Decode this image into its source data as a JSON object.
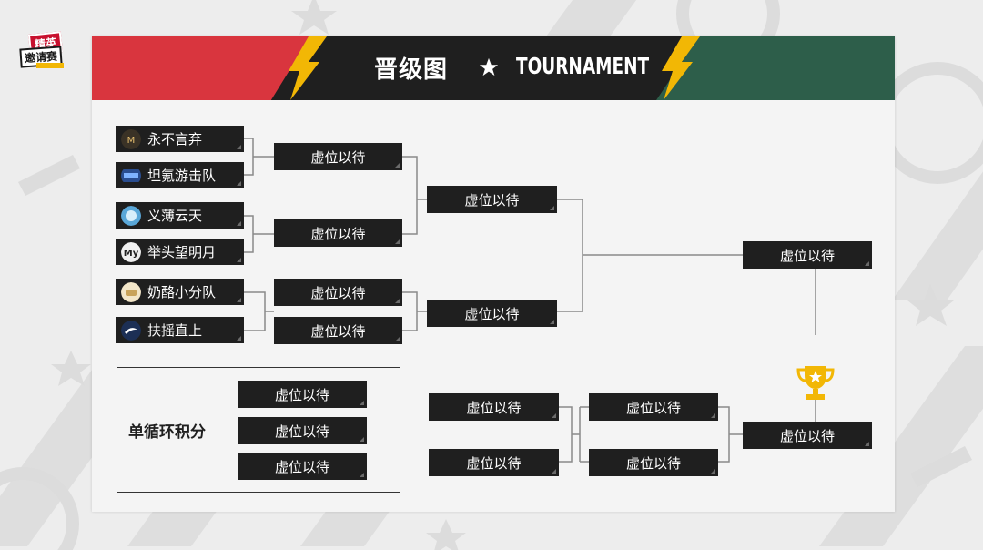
{
  "brand": {
    "logo_line1": "精英",
    "logo_line2": "邀请赛"
  },
  "header": {
    "title_cn": "晋级图",
    "title_en": "TOURNAMENT",
    "colors": {
      "red": "#d9353e",
      "green": "#2d5e4a",
      "bolt": "#f2b705",
      "dark": "#1f1f1f"
    }
  },
  "teams": [
    {
      "name": "永不言弃",
      "logo_icon": "yongbuyanqi-logo-icon"
    },
    {
      "name": "坦氪游击队",
      "logo_icon": "tankeyoujidui-logo-icon"
    },
    {
      "name": "义薄云天",
      "logo_icon": "yiboyuntian-logo-icon"
    },
    {
      "name": "举头望明月",
      "logo_icon": "jutouwangmingyue-logo-icon"
    },
    {
      "name": "奶酪小分队",
      "logo_icon": "nailaoxiaofendui-logo-icon"
    },
    {
      "name": "扶摇直上",
      "logo_icon": "fuyaozhishang-logo-icon"
    }
  ],
  "placeholder": "虚位以待",
  "round_robin": {
    "label": "单循环积分"
  }
}
